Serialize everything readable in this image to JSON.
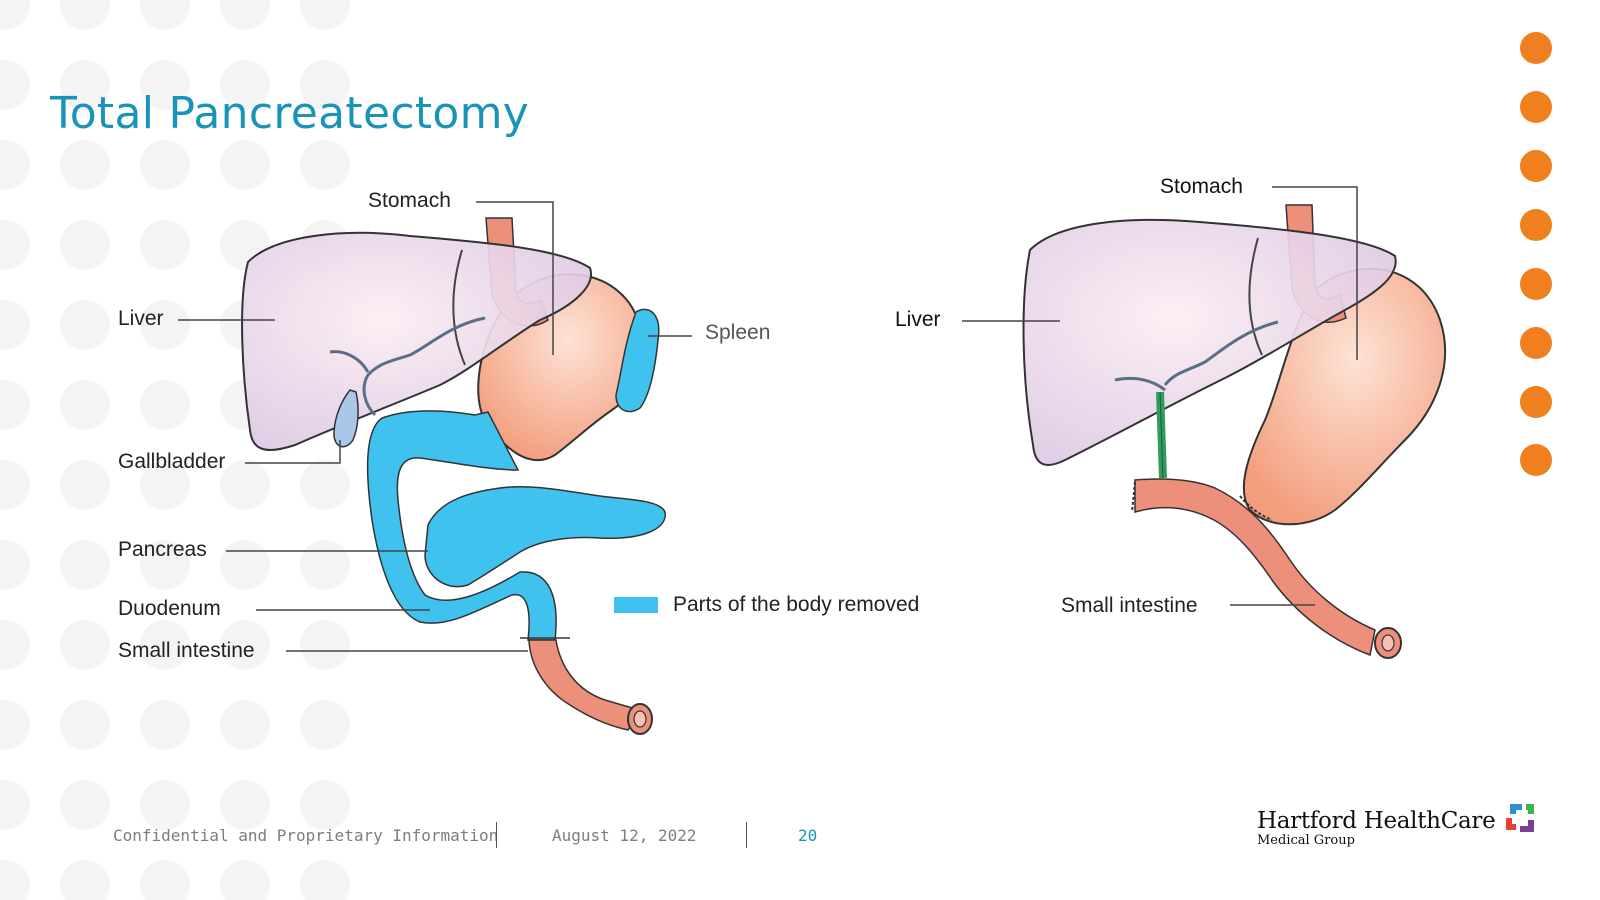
{
  "slide": {
    "title": "Total Pancreatectomy"
  },
  "diagram_before": {
    "labels": {
      "stomach": "Stomach",
      "liver": "Liver",
      "spleen": "Spleen",
      "gallbladder": "Gallbladder",
      "pancreas": "Pancreas",
      "duodenum": "Duodenum",
      "small_intestine": "Small intestine"
    },
    "legend": "Parts of the body removed"
  },
  "diagram_after": {
    "labels": {
      "stomach": "Stomach",
      "liver": "Liver",
      "small_intestine": "Small intestine"
    }
  },
  "footer": {
    "confidential": "Confidential and Proprietary Information",
    "date": "August 12, 2022",
    "page_number": "20"
  },
  "brand": {
    "name": "Hartford HealthCare",
    "subtitle": "Medical Group"
  },
  "colors": {
    "title": "#1a93b8",
    "removed": "#3fc3ee",
    "accent_dots": "#f0801d",
    "liver": "#e3cfe6",
    "stomach": "#f5ad8c",
    "intestine": "#ee8f78"
  }
}
